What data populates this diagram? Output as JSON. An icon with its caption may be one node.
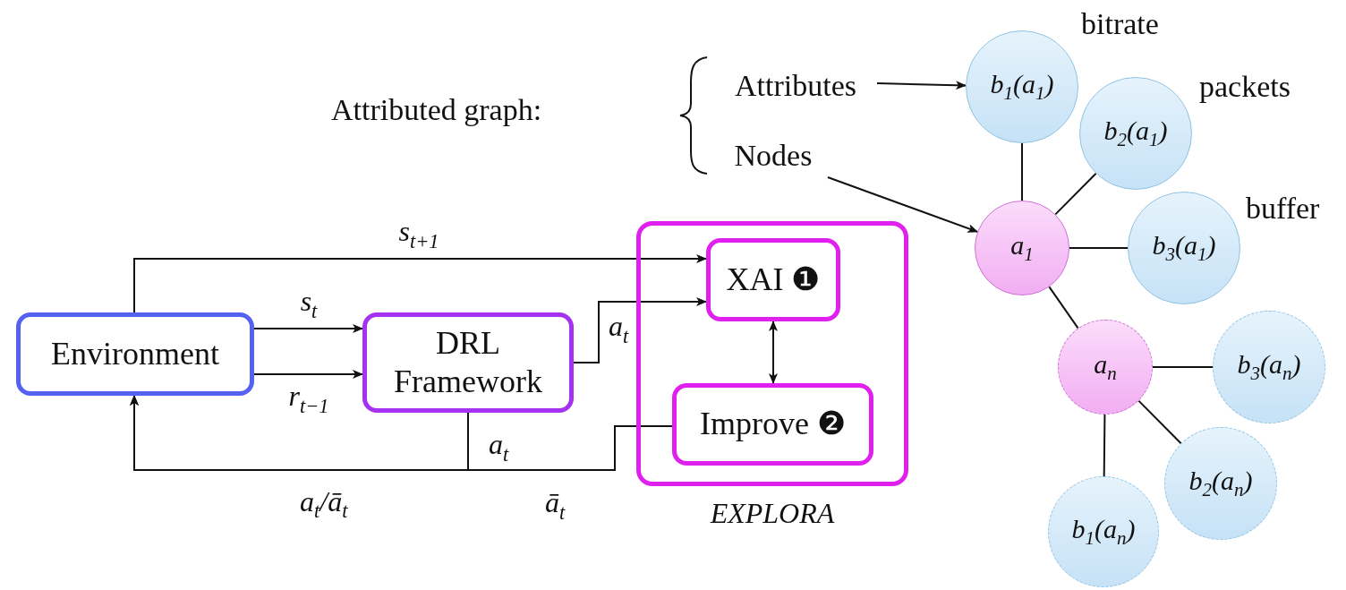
{
  "diagram": {
    "nodes": [
      {
        "text": [
          "Environment"
        ]
      },
      {
        "text": [
          "DRL Framework"
        ]
      },
      {
        "text": [
          "EXPLORA"
        ]
      },
      {
        "text": [
          "XAI ❶"
        ],
        "in": 2
      },
      {
        "text": [
          "Improve ❷"
        ],
        "in": 2
      },
      {
        "text": [
          "Attributes"
        ]
      },
      {
        "text": [
          "Nodes"
        ]
      },
      {
        "text": [
          "b$_{1}$(a$_{1}$)"
        ],
        "beside": [
          "bitrate"
        ]
      },
      {
        "text": [
          "b$_{2}$(a$_{1}$)"
        ],
        "beside": [
          "packets"
        ]
      },
      {
        "text": [
          "b$_{3}$(a$_{1}$)"
        ],
        "beside": [
          "buffer"
        ]
      },
      {
        "text": [
          "a$_{1}$"
        ]
      },
      {
        "text": [
          "a$_{n}$"
        ]
      },
      {
        "text": [
          "b$_{3}$(a$_{n}$)"
        ]
      },
      {
        "text": [
          "b$_{2}$(a$_{n}$)"
        ]
      },
      {
        "text": [
          "b$_{1}$(a$_{n}$)"
        ]
      }
    ],
    "edges": [
      {
        "from": 0,
        "to": 3,
        "arrow": "to",
        "label": "s$_{t+1}$"
      },
      {
        "from": 0,
        "to": 1,
        "arrow": "to",
        "label": "s$_{t}$"
      },
      {
        "from": 0,
        "to": 1,
        "arrow": "to",
        "label": "r$_{t−1}$"
      },
      {
        "from": 1,
        "to": 3,
        "arrow": "to",
        "label": "a$_{t}$"
      },
      {
        "from": 1,
        "to": 0,
        "arrow": "to",
        "label": "a$_{t}$"
      },
      {
        "from": 4,
        "to": 0,
        "arrow": "to",
        "label": "ā$_{t}$"
      },
      {
        "from": 3,
        "to": 4,
        "arrow": "both"
      },
      {
        "from": 5,
        "to": 7,
        "arrow": "to"
      },
      {
        "from": 6,
        "to": 10,
        "arrow": "to"
      },
      {
        "from": 10,
        "to": 7,
        "arrow": "none"
      },
      {
        "from": 10,
        "to": 8,
        "arrow": "none"
      },
      {
        "from": 10,
        "to": 9,
        "arrow": "none"
      },
      {
        "from": 10,
        "to": 11,
        "arrow": "none"
      },
      {
        "from": 11,
        "to": 12,
        "arrow": "none"
      },
      {
        "from": 11,
        "to": 13,
        "arrow": "none"
      },
      {
        "from": 11,
        "to": 14,
        "arrow": "none"
      }
    ],
    "labels": [
      "Attributed graph:",
      "a$_{t}$/ā$_{t}$"
    ]
  }
}
